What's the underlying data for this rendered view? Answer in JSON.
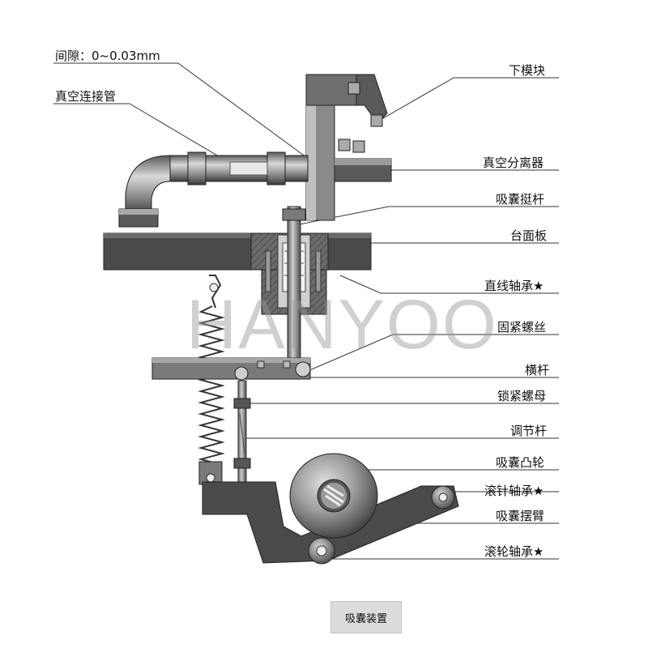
{
  "labels": {
    "gap": "间隙：0~0.03mm",
    "vacuum_tube": "真空连接管",
    "lower_die": "下模块",
    "vacuum_separator": "真空分离器",
    "capsule_push_rod": "吸囊挺杆",
    "table_plate": "台面板",
    "linear_bearing": "直线轴承★",
    "set_screw": "固紧螺丝",
    "cross_bar": "横杆",
    "lock_nut": "锁紧螺母",
    "adjust_rod": "调节杆",
    "capsule_cam": "吸囊凸轮",
    "needle_bearing": "滚针轴承★",
    "swing_arm": "吸囊摆臂",
    "roller_bearing": "滚轮轴承★"
  },
  "watermark": "HANYOO",
  "caption": "吸囊装置",
  "colors": {
    "metal_dark": "#4a4a4a",
    "metal_mid": "#7a7a7a",
    "metal_light": "#b5b5b5",
    "line": "#222222"
  }
}
